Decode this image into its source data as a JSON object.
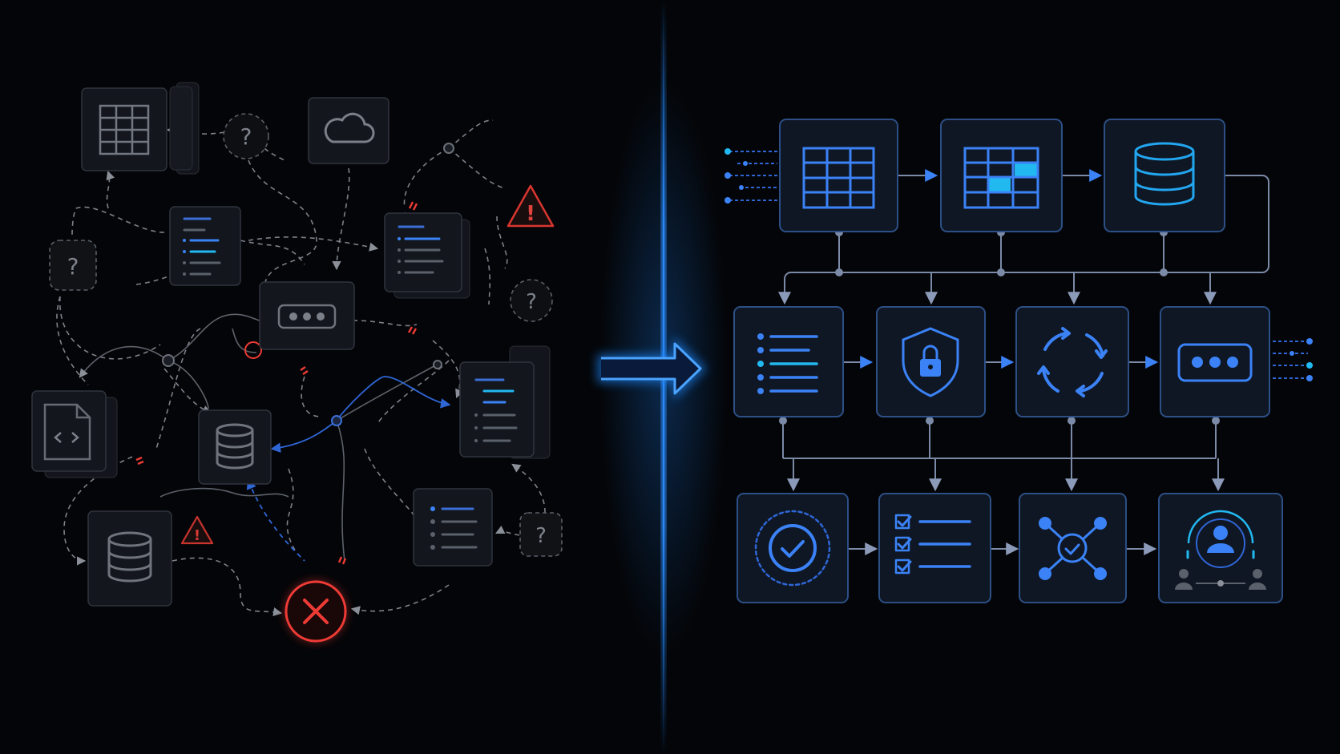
{
  "colors": {
    "background": "#040508",
    "divider_glow": "#1e88ff",
    "accent_blue": "#3b82f6",
    "accent_cyan": "#22b8f0",
    "error_red": "#ef3b36",
    "chaos_gray": "#7c818a"
  },
  "left_panel": {
    "theme": "chaotic-workflow",
    "nodes": [
      {
        "name": "spreadsheet-node",
        "icon": "table-icon"
      },
      {
        "name": "cloud-node",
        "icon": "cloud-icon"
      },
      {
        "name": "document-list-node-a",
        "icon": "list-icon"
      },
      {
        "name": "document-list-node-b",
        "icon": "list-icon"
      },
      {
        "name": "ellipsis-node",
        "icon": "ellipsis-icon"
      },
      {
        "name": "code-file-node",
        "icon": "code-file-icon"
      },
      {
        "name": "database-node-a",
        "icon": "database-icon"
      },
      {
        "name": "document-list-node-c",
        "icon": "list-icon"
      },
      {
        "name": "list-node-d",
        "icon": "list-icon"
      },
      {
        "name": "database-node-b",
        "icon": "database-icon"
      }
    ],
    "question_mark": "?",
    "warning_mark": "!",
    "error_mark": "×"
  },
  "right_panel": {
    "theme": "orderly-pipeline",
    "rows": [
      [
        {
          "name": "table-node",
          "icon": "table-icon"
        },
        {
          "name": "highlighted-table-node",
          "icon": "highlighted-table-icon"
        },
        {
          "name": "database-node",
          "icon": "database-icon"
        }
      ],
      [
        {
          "name": "list-node",
          "icon": "list-icon"
        },
        {
          "name": "security-node",
          "icon": "shield-lock-icon"
        },
        {
          "name": "sync-node",
          "icon": "sync-cycle-icon"
        },
        {
          "name": "ellipsis-node",
          "icon": "ellipsis-icon"
        }
      ],
      [
        {
          "name": "verified-node",
          "icon": "check-circle-icon"
        },
        {
          "name": "checklist-node",
          "icon": "checklist-icon"
        },
        {
          "name": "network-node",
          "icon": "network-check-icon"
        },
        {
          "name": "team-node",
          "icon": "team-user-icon"
        }
      ]
    ]
  },
  "divider": {
    "arrow_icon": "arrow-right-icon"
  }
}
